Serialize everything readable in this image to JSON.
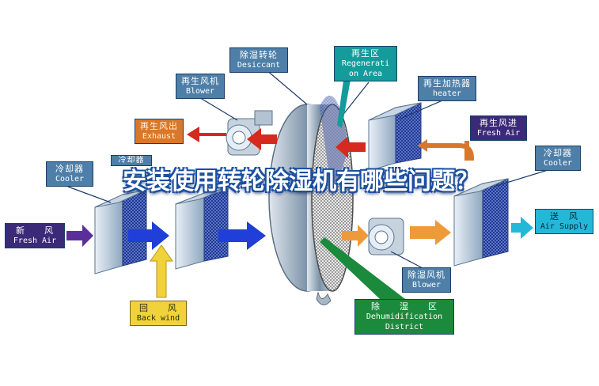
{
  "title": "安装使用转轮除湿机有哪些问题？",
  "labels": {
    "desiccant": {
      "zh": "除湿转轮",
      "en": "Desiccant"
    },
    "regen_area": {
      "zh": "再生区",
      "en": "Regenerati",
      "en2": "on Area"
    },
    "regen_blower": {
      "zh": "再生风机",
      "en": "Blower"
    },
    "regen_heater": {
      "zh": "再生加热器",
      "en": "heater"
    },
    "regen_exhaust": {
      "zh": "再生风出",
      "en": "Exhaust"
    },
    "regen_fresh": {
      "zh": "再生风进",
      "en": "Fresh Air"
    },
    "cooler_left": {
      "zh": "冷却器",
      "en": "Cooler"
    },
    "cooler_left2": {
      "zh": "冷却器"
    },
    "cooler_right": {
      "zh": "冷却器",
      "en": "Cooler"
    },
    "fresh_air": {
      "zh": "新　　风",
      "en": "Fresh Air"
    },
    "air_supply": {
      "zh": "送　风",
      "en": "Air Supply"
    },
    "back_wind": {
      "zh": "回　　风",
      "en": "Back wind"
    },
    "dehum_blower": {
      "zh": "除湿风机",
      "en": "Blower"
    },
    "dehum_district": {
      "zh": "除　　湿　　区",
      "en": "Dehumidification",
      "en2": "District"
    }
  },
  "colors": {
    "steel": "#4d7fa8",
    "teal": "#149c9c",
    "orange": "#d9782a",
    "purple": "#3a2a78",
    "cyan": "#24b8d8",
    "yellow": "#f2d23a",
    "green": "#1b8a3c",
    "arrow_blue": "#1f3fd8",
    "arrow_red": "#d62a1e",
    "arrow_orange": "#ef9a3a"
  }
}
